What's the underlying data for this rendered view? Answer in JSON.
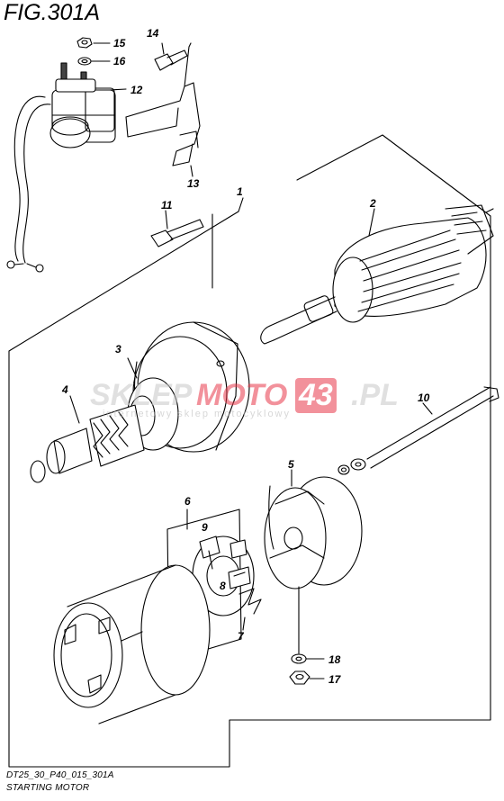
{
  "figure": {
    "title": "FIG.301A",
    "code": "DT25_30_P40_015_301A",
    "caption": "STARTING MOTOR"
  },
  "watermark": {
    "brand_left": "SKLEP",
    "brand_mid": "MOTO",
    "brand_num": "43",
    "brand_tld": ".PL",
    "tagline": "internetowy sklep motocyklowy",
    "color": "#e8394a"
  },
  "callouts": [
    {
      "id": "c1",
      "label": "1"
    },
    {
      "id": "c2",
      "label": "2"
    },
    {
      "id": "c3",
      "label": "3"
    },
    {
      "id": "c4",
      "label": "4"
    },
    {
      "id": "c5",
      "label": "5"
    },
    {
      "id": "c6",
      "label": "6"
    },
    {
      "id": "c7",
      "label": "7"
    },
    {
      "id": "c8",
      "label": "8"
    },
    {
      "id": "c9",
      "label": "9"
    },
    {
      "id": "c10",
      "label": "10"
    },
    {
      "id": "c11",
      "label": "11"
    },
    {
      "id": "c12",
      "label": "12"
    },
    {
      "id": "c13",
      "label": "13"
    },
    {
      "id": "c14",
      "label": "14"
    },
    {
      "id": "c15",
      "label": "15"
    },
    {
      "id": "c16",
      "label": "16"
    },
    {
      "id": "c17",
      "label": "17"
    },
    {
      "id": "c18",
      "label": "18"
    }
  ]
}
